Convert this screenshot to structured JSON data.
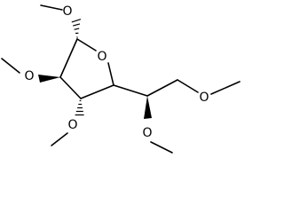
{
  "molecule": {
    "atoms": {
      "ring_oxygen": "O",
      "o1": "O",
      "o2": "O",
      "o3": "O",
      "o5": "O",
      "o6": "O"
    }
  }
}
